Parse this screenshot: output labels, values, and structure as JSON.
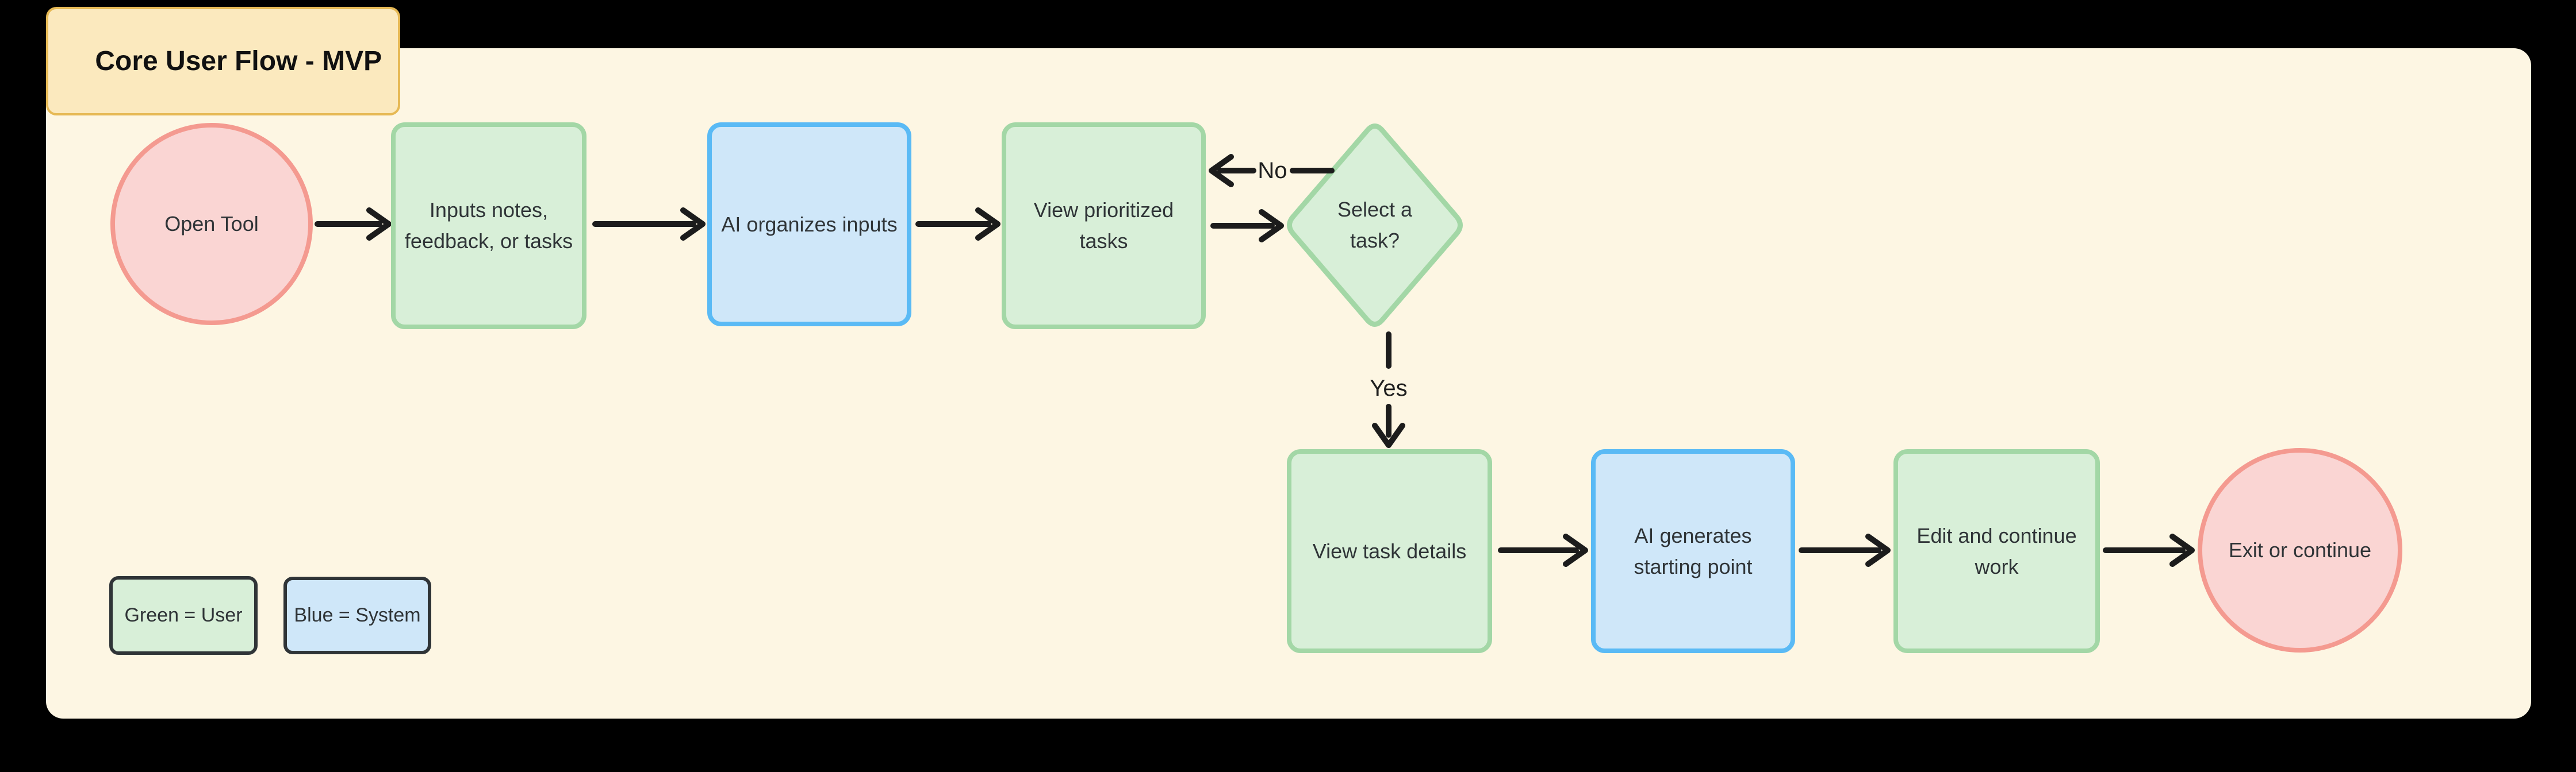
{
  "title": "Core User Flow - MVP",
  "diagram": {
    "nodes": [
      {
        "id": "start",
        "label": "Open Tool",
        "shape": "circle",
        "role": "terminal"
      },
      {
        "id": "input",
        "label": "Inputs notes,\nfeedback, or tasks",
        "shape": "rect",
        "role": "user"
      },
      {
        "id": "organize",
        "label": "AI organizes inputs",
        "shape": "rect",
        "role": "system"
      },
      {
        "id": "view",
        "label": "View prioritized\ntasks",
        "shape": "rect",
        "role": "user"
      },
      {
        "id": "decision",
        "label": "Select a\ntask?",
        "shape": "diamond",
        "role": "user"
      },
      {
        "id": "details",
        "label": "View task details",
        "shape": "rect",
        "role": "user"
      },
      {
        "id": "generate",
        "label": "AI generates\nstarting point",
        "shape": "rect",
        "role": "system"
      },
      {
        "id": "edit",
        "label": "Edit and continue\nwork",
        "shape": "rect",
        "role": "user"
      },
      {
        "id": "end",
        "label": "Exit or continue",
        "shape": "circle",
        "role": "terminal"
      }
    ],
    "edges": {
      "no_label": "No",
      "yes_label": "Yes"
    },
    "legend": [
      {
        "label": "Green = User",
        "color": "green"
      },
      {
        "label": "Blue = System",
        "color": "blue"
      }
    ]
  },
  "colors": {
    "page_bg": "#000000",
    "canvas_bg": "#FDF6E3",
    "user_fill": "#D8EFD8",
    "user_border": "#A3D7A6",
    "system_fill": "#CFE7F9",
    "system_border": "#5ABAF5",
    "terminal_fill": "#FAD5D3",
    "terminal_border": "#F49A90",
    "title_fill": "#FBE9BE",
    "title_border": "#E6B955",
    "arrow": "#1C1C1C",
    "text": "#2F3437"
  }
}
